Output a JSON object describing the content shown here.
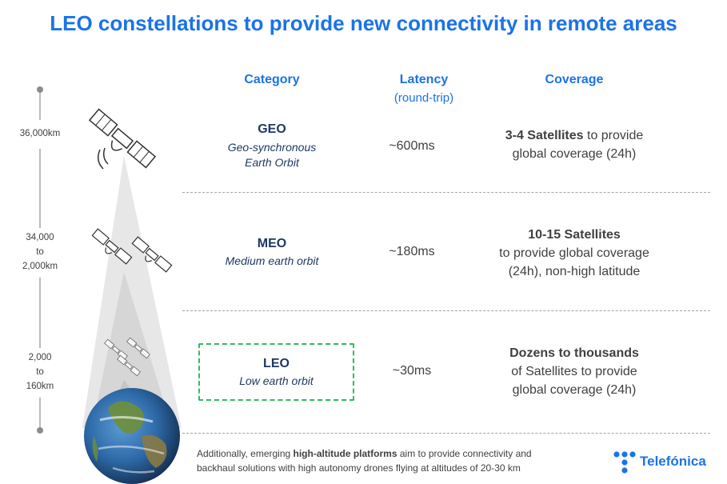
{
  "title": "LEO constellations to provide new connectivity in remote areas",
  "headers": {
    "category": "Category",
    "latency": "Latency",
    "latency_sub": "(round-trip)",
    "coverage": "Coverage"
  },
  "altitude_scale": {
    "geo": "36,000km",
    "meo": [
      "34,000",
      "to",
      "2,000km"
    ],
    "leo": [
      "2,000",
      "to",
      "160km"
    ]
  },
  "rows": [
    {
      "name": "GEO",
      "desc": [
        "Geo-synchronous",
        "Earth Orbit"
      ],
      "latency": "~600ms",
      "coverage_bold": "3-4 Satellites",
      "coverage_rest": " to provide",
      "coverage_lines": [
        "global coverage (24h)"
      ]
    },
    {
      "name": "MEO",
      "desc": [
        "Medium earth orbit"
      ],
      "latency": "~180ms",
      "coverage_bold": "10-15 Satellites",
      "coverage_lines": [
        "to provide global coverage",
        "(24h), non-high latitude"
      ]
    },
    {
      "name": "LEO",
      "desc": [
        "Low earth orbit"
      ],
      "latency": "~30ms",
      "coverage_bold": "Dozens to thousands",
      "coverage_lines": [
        "of Satellites to provide",
        "global coverage (24h)"
      ]
    }
  ],
  "footnote": {
    "pre": "Additionally, emerging ",
    "bold": "high-altitude platforms",
    "post": " aim to provide connectivity and",
    "line2": "backhaul solutions with high autonomy drones flying at altitudes of 20-30 km"
  },
  "brand": "Telefónica",
  "colors": {
    "accent": "#1a73e8",
    "navy": "#1f3864",
    "leo_box": "#2ebd5a"
  },
  "icons": [
    "satellite-icon",
    "earth-globe-icon",
    "telefonica-logo-icon"
  ]
}
